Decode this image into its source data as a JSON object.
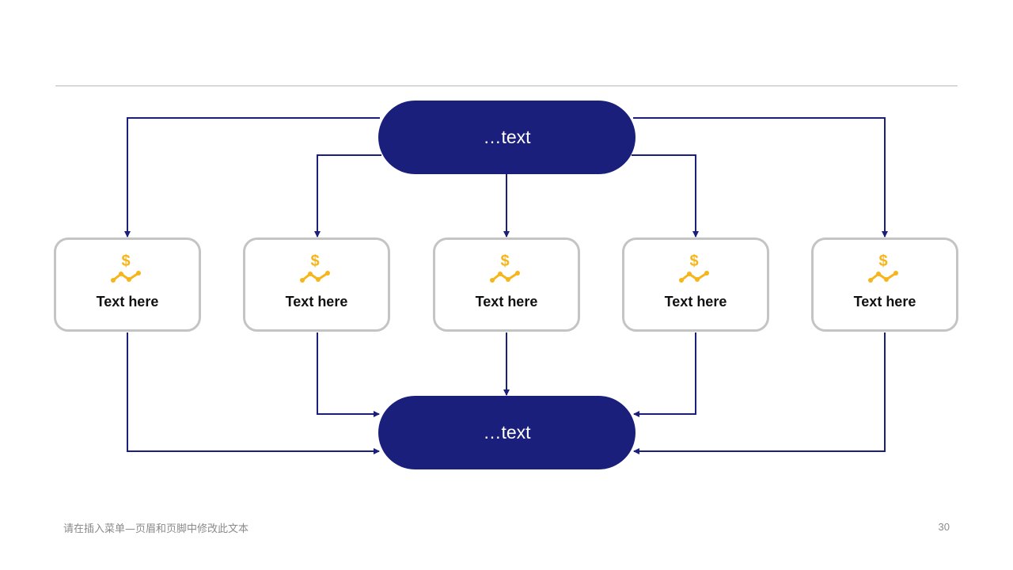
{
  "diagram": {
    "top_node": {
      "label": "…text"
    },
    "bottom_node": {
      "label": "…text"
    },
    "cards": [
      {
        "label": "Text here",
        "icon": "dollar-trend-icon"
      },
      {
        "label": "Text here",
        "icon": "dollar-trend-icon"
      },
      {
        "label": "Text here",
        "icon": "dollar-trend-icon"
      },
      {
        "label": "Text here",
        "icon": "dollar-trend-icon"
      },
      {
        "label": "Text here",
        "icon": "dollar-trend-icon"
      }
    ]
  },
  "footer": {
    "text": "请在插入菜单—页眉和页脚中修改此文本",
    "page_number": "30"
  },
  "colors": {
    "node_fill": "#1a1f7c",
    "connector": "#1a1f7c",
    "card_border": "#c4c4c4",
    "icon_accent": "#f5b51b"
  }
}
